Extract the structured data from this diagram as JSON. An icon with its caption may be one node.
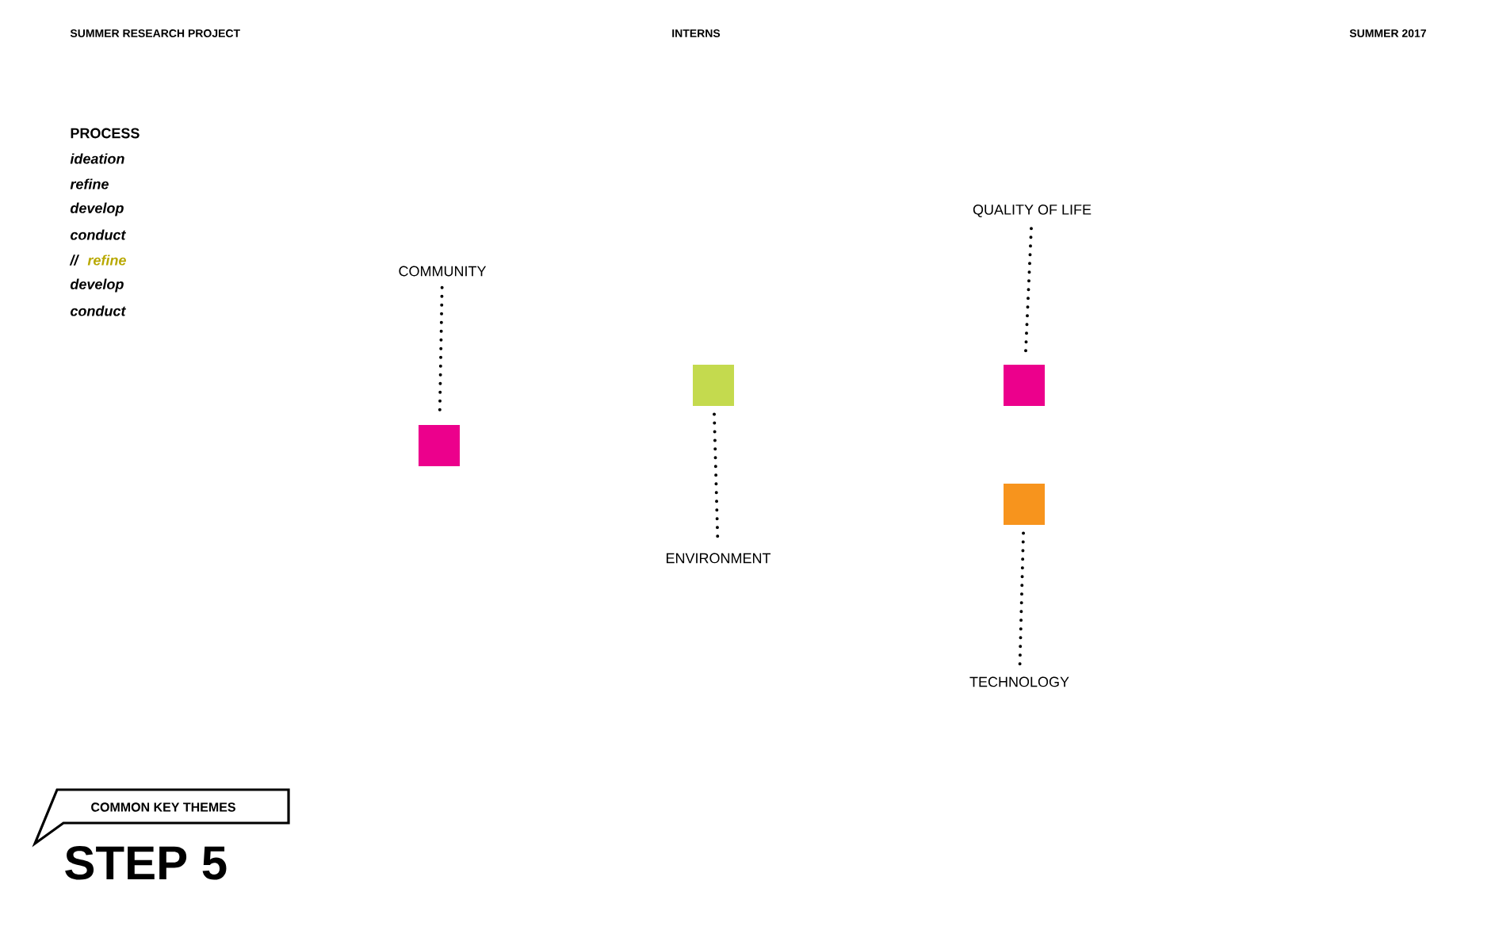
{
  "diagram": {
    "nodes": [
      {
        "text": [
          "COMMUNITY"
        ]
      },
      {
        "text": [],
        "shape": "box"
      },
      {
        "text": [],
        "shape": "box"
      },
      {
        "text": [
          "ENVIRONMENT"
        ]
      },
      {
        "text": [
          "QUALITY OF LIFE"
        ]
      },
      {
        "text": [],
        "shape": "box"
      },
      {
        "text": [],
        "shape": "box"
      },
      {
        "text": [
          "TECHNOLOGY"
        ]
      },
      {
        "text": [
          "COMMON KEY THEMES"
        ]
      }
    ],
    "edges": [
      {
        "from": 0,
        "to": 1,
        "arrow": "none"
      },
      {
        "from": 2,
        "to": 3,
        "arrow": "none"
      },
      {
        "from": 4,
        "to": 5,
        "arrow": "none"
      },
      {
        "from": 6,
        "to": 7,
        "arrow": "none"
      }
    ],
    "labels": [
      "SUMMER RESEARCH PROJECT",
      "INTERNS",
      "SUMMER 2017",
      "PROCESS",
      "ideation",
      "refine",
      "develop",
      "conduct",
      "//",
      "refine",
      "develop",
      "conduct",
      "STEP 5"
    ]
  }
}
